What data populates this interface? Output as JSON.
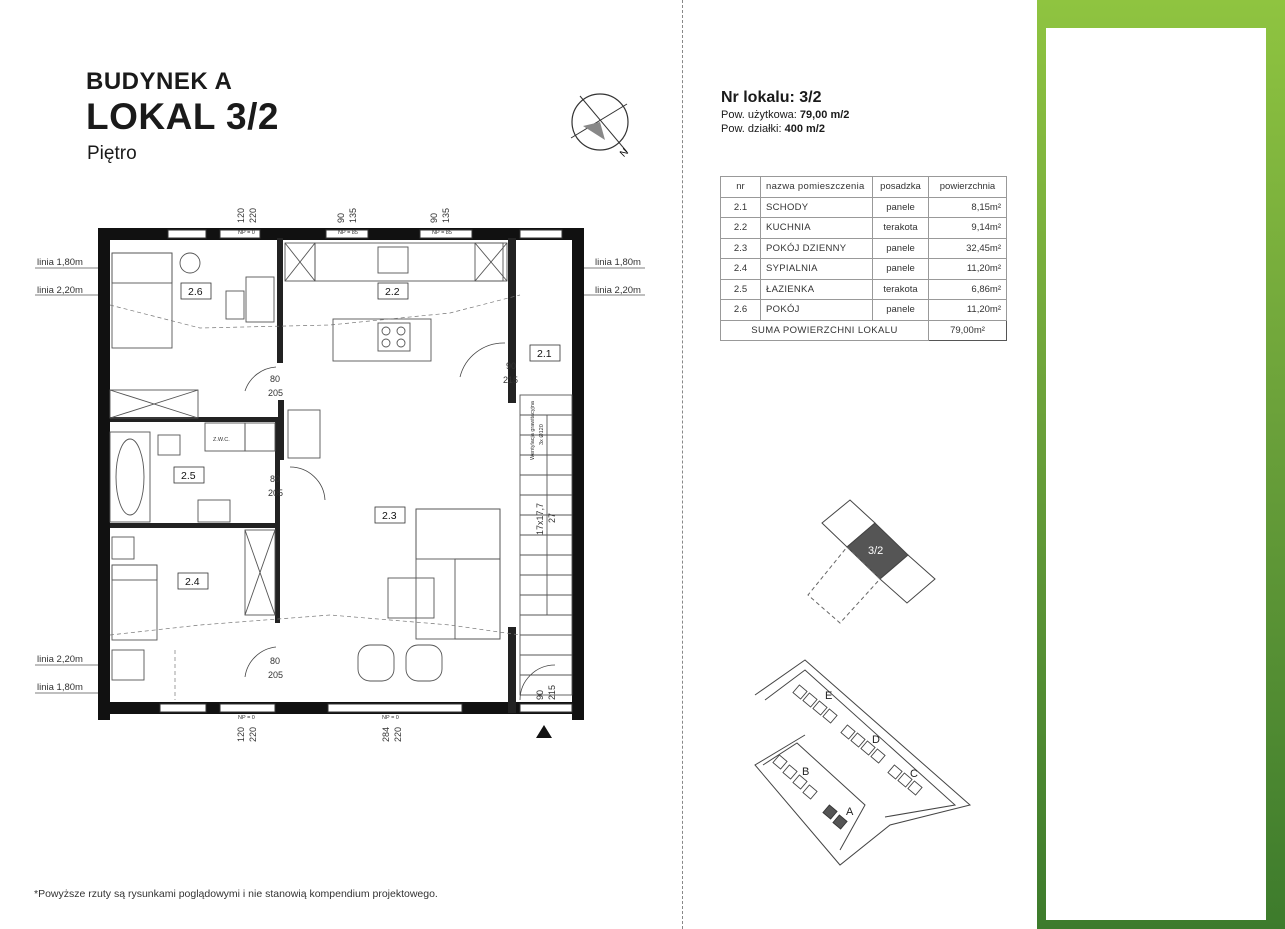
{
  "header": {
    "building": "BUDYNEK A",
    "unit": "LOKAL  3/2",
    "floor": "Piętro"
  },
  "info": {
    "title": "Nr lokalu: 3/2",
    "usable_label": "Pow. użytkowa:",
    "usable_value": "79,00 m/2",
    "plot_label": "Pow. działki:",
    "plot_value": "400 m/2"
  },
  "rooms_table": {
    "headers": [
      "nr",
      "nazwa pomieszczenia",
      "posadzka",
      "powierzchnia"
    ],
    "rows": [
      {
        "nr": "2.1",
        "name": "SCHODY",
        "floor": "panele",
        "area": "8,15m²"
      },
      {
        "nr": "2.2",
        "name": "KUCHNIA",
        "floor": "terakota",
        "area": "9,14m²"
      },
      {
        "nr": "2.3",
        "name": "POKÓJ DZIENNY",
        "floor": "panele",
        "area": "32,45m²"
      },
      {
        "nr": "2.4",
        "name": "SYPIALNIA",
        "floor": "panele",
        "area": "11,20m²"
      },
      {
        "nr": "2.5",
        "name": "ŁAZIENKA",
        "floor": "terakota",
        "area": "6,86m²"
      },
      {
        "nr": "2.6",
        "name": "POKÓJ",
        "floor": "panele",
        "area": "11,20m²"
      }
    ],
    "sum_label": "SUMA POWIERZCHNI LOKALU",
    "sum_value": "79,00m²"
  },
  "plan": {
    "room_labels": [
      "2.6",
      "2.2",
      "2.1",
      "2.5",
      "2.3",
      "2.4"
    ],
    "line_labels": {
      "left_top_1": "linia 1,80m",
      "left_top_2": "linia 2,20m",
      "right_top_1": "linia 1,80m",
      "right_top_2": "linia 2,20m",
      "left_bottom_1": "linia 2,20m",
      "left_bottom_2": "linia 1,80m"
    },
    "dims": {
      "top_1_a": "120",
      "top_1_b": "220",
      "top_2_a": "90",
      "top_2_b": "135",
      "top_3_a": "90",
      "top_3_b": "135",
      "bottom_1_a": "120",
      "bottom_1_b": "220",
      "bottom_2_a": "284",
      "bottom_2_b": "220",
      "bottom_3_a": "90",
      "bottom_3_b": "215",
      "np_1": "NP = 0",
      "np_2": "NP = 85",
      "np_3": "NP = 85",
      "np_4": "NP = 0",
      "np_5": "NP = 0",
      "door_21_a": "90",
      "door_21_b": "215",
      "door_26_a": "80",
      "door_26_b": "205",
      "door_25_a": "80",
      "door_25_b": "205",
      "door_24_a": "80",
      "door_24_b": "205",
      "stairs": "17x17,7",
      "stairs_2": "27",
      "wc": "Z.W.C.",
      "vent": "Wentylacja grawitacyjna",
      "vent_2": "3x Ø120"
    }
  },
  "compass": {
    "letter": "N"
  },
  "key_plan": {
    "unit": "3/2"
  },
  "site": {
    "buildings": [
      "E",
      "D",
      "C",
      "B",
      "A"
    ]
  },
  "colors": {
    "green_top": "#8fc440",
    "green_bottom": "#3d7b2c",
    "highlight": "#555555"
  },
  "footnote": "*Powyższe rzuty są rysunkami poglądowymi i nie stanowią kompendium projektowego."
}
